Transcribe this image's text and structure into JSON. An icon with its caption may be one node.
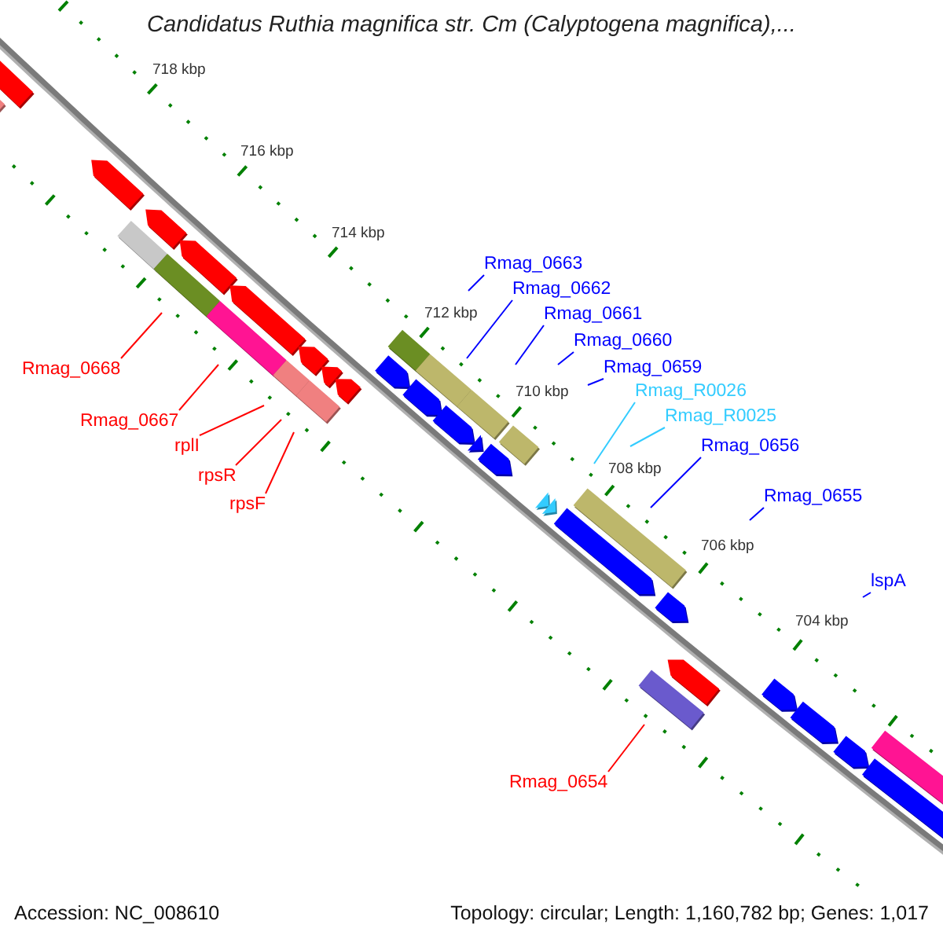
{
  "diagram": {
    "title": "Candidatus Ruthia magnifica str. Cm (Calyptogena magnifica),...",
    "nodes": [
      {
        "text": [
          "Rmag_0668"
        ]
      },
      {
        "text": [
          "Rmag_0667"
        ]
      },
      {
        "text": [
          "rplI"
        ]
      },
      {
        "text": [
          "rpsR"
        ]
      },
      {
        "text": [
          "rpsF"
        ]
      },
      {
        "text": [
          "Rmag_0663"
        ]
      },
      {
        "text": [
          "Rmag_0662"
        ]
      },
      {
        "text": [
          "Rmag_0661"
        ]
      },
      {
        "text": [
          "Rmag_0660"
        ]
      },
      {
        "text": [
          "Rmag_0659"
        ]
      },
      {
        "text": [
          "Rmag_R0026"
        ]
      },
      {
        "text": [
          "Rmag_R0025"
        ]
      },
      {
        "text": [
          "Rmag_0656"
        ]
      },
      {
        "text": [
          "Rmag_0655"
        ]
      },
      {
        "text": [
          "lspA"
        ]
      },
      {
        "text": [
          "Rmag_0654"
        ]
      }
    ],
    "edges": [
      {
        "from": 0,
        "to": null,
        "arrow": "none",
        "color": "#ff0000"
      },
      {
        "from": 1,
        "to": null,
        "arrow": "none",
        "color": "#ff0000"
      },
      {
        "from": 2,
        "to": null,
        "arrow": "none",
        "color": "#ff0000"
      },
      {
        "from": 3,
        "to": null,
        "arrow": "none",
        "color": "#ff0000"
      },
      {
        "from": 4,
        "to": null,
        "arrow": "none",
        "color": "#ff0000"
      },
      {
        "from": 5,
        "to": null,
        "arrow": "none"
      },
      {
        "from": 6,
        "to": null,
        "arrow": "none"
      },
      {
        "from": 7,
        "to": null,
        "arrow": "none"
      },
      {
        "from": 8,
        "to": null,
        "arrow": "none"
      },
      {
        "from": 9,
        "to": null,
        "arrow": "none"
      },
      {
        "from": 10,
        "to": null,
        "arrow": "none",
        "color": "#33ccff"
      },
      {
        "from": 11,
        "to": null,
        "arrow": "none",
        "color": "#33ccff"
      },
      {
        "from": 12,
        "to": null,
        "arrow": "none"
      },
      {
        "from": 13,
        "to": null,
        "arrow": "none"
      },
      {
        "from": 14,
        "to": null,
        "arrow": "none"
      },
      {
        "from": 15,
        "to": null,
        "arrow": "none",
        "color": "#ff0000"
      }
    ],
    "labels": [
      "718 kbp",
      "716 kbp",
      "714 kbp",
      "712 kbp",
      "710 kbp",
      "708 kbp",
      "706 kbp",
      "704 kbp",
      "Accession: NC_008610",
      "Topology: circular; Length: 1,160,782 bp; Genes: 1,017"
    ]
  }
}
